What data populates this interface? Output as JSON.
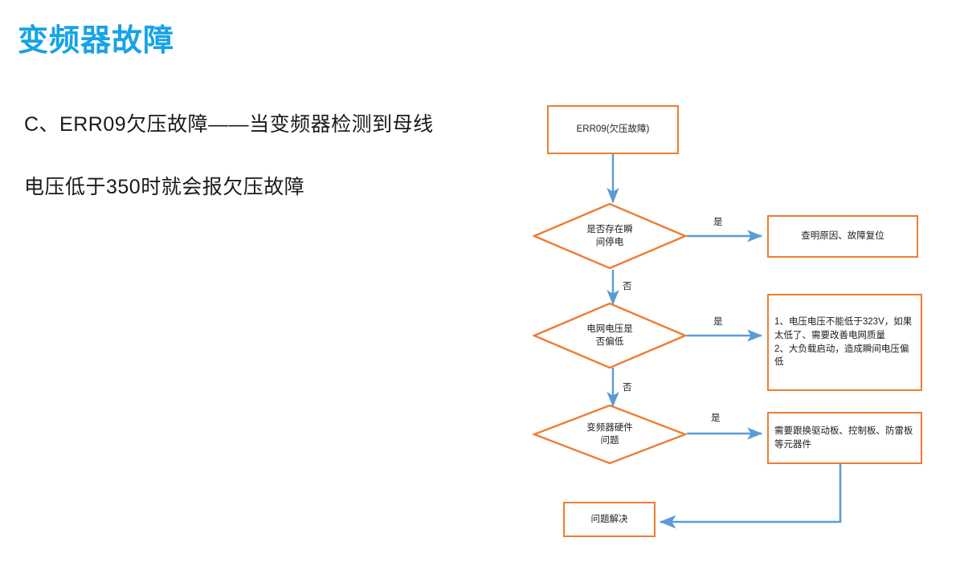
{
  "slide": {
    "title": "变频器故障",
    "title_color": "#16A3E8",
    "body": {
      "line1": "C、ERR09欠压故障——当变频器检测到母线",
      "line2": "电压低于350时就会报欠压故障"
    }
  },
  "flowchart": {
    "accent_shape_color": "#ED7D31",
    "connector_color": "#5B9BD5",
    "nodes": {
      "start": "ERR09(欠压故障)",
      "decision_power_loss": "是否存在瞬\n间停电",
      "action_find_cause": "查明原因、故障复位",
      "decision_grid_voltage_low": "电网电压是\n否偏低",
      "action_voltage_notes": "1、电压电压不能低于323V，如果太低了、需要改善电网质量\n2、大负载启动，造成瞬间电压偏低",
      "decision_hardware_fault": "变频器硬件\n问题",
      "action_replace_boards": "需要跟换驱动板、控制板、防雷板等元器件",
      "end_resolved": "问题解决"
    },
    "edge_labels": {
      "power_loss_yes": "是",
      "power_loss_no": "否",
      "grid_voltage_yes": "是",
      "grid_voltage_no": "否",
      "hardware_yes": "是"
    }
  }
}
